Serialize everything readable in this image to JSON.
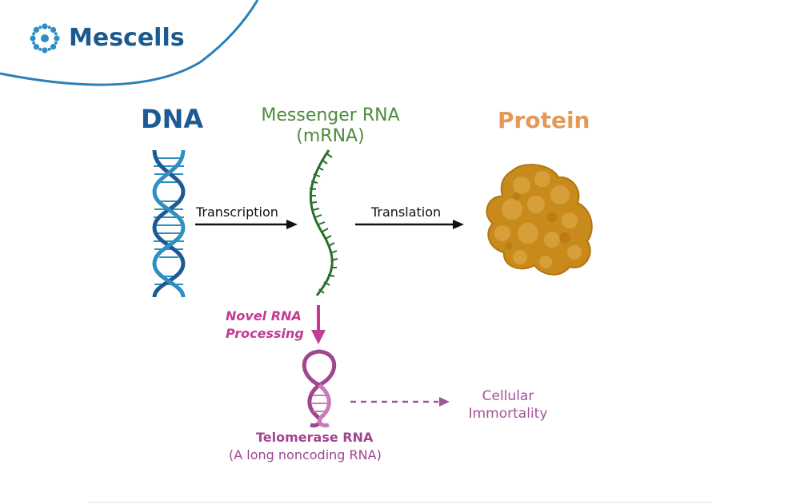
{
  "brand": {
    "name": "Mescells"
  },
  "diagram": {
    "dna_title": "DNA",
    "mrna_title_line1": "Messenger RNA",
    "mrna_title_line2": "(mRNA)",
    "protein_title": "Protein",
    "transcription_label": "Transcription",
    "translation_label": "Translation",
    "novel_line1": "Novel RNA",
    "novel_line2": "Processing",
    "telomerase_title": "Telomerase RNA",
    "telomerase_subtitle": "(A long noncoding RNA)",
    "immortality_line1": "Cellular",
    "immortality_line2": "Immortality"
  },
  "colors": {
    "brand_blue": "#1b5a8e",
    "dna_blue": "#1d5a93",
    "mrna_green": "#4d8a3c",
    "protein_orange": "#e39a59",
    "processing_magenta": "#c53a93",
    "telomerase_purple": "#a0468f"
  }
}
